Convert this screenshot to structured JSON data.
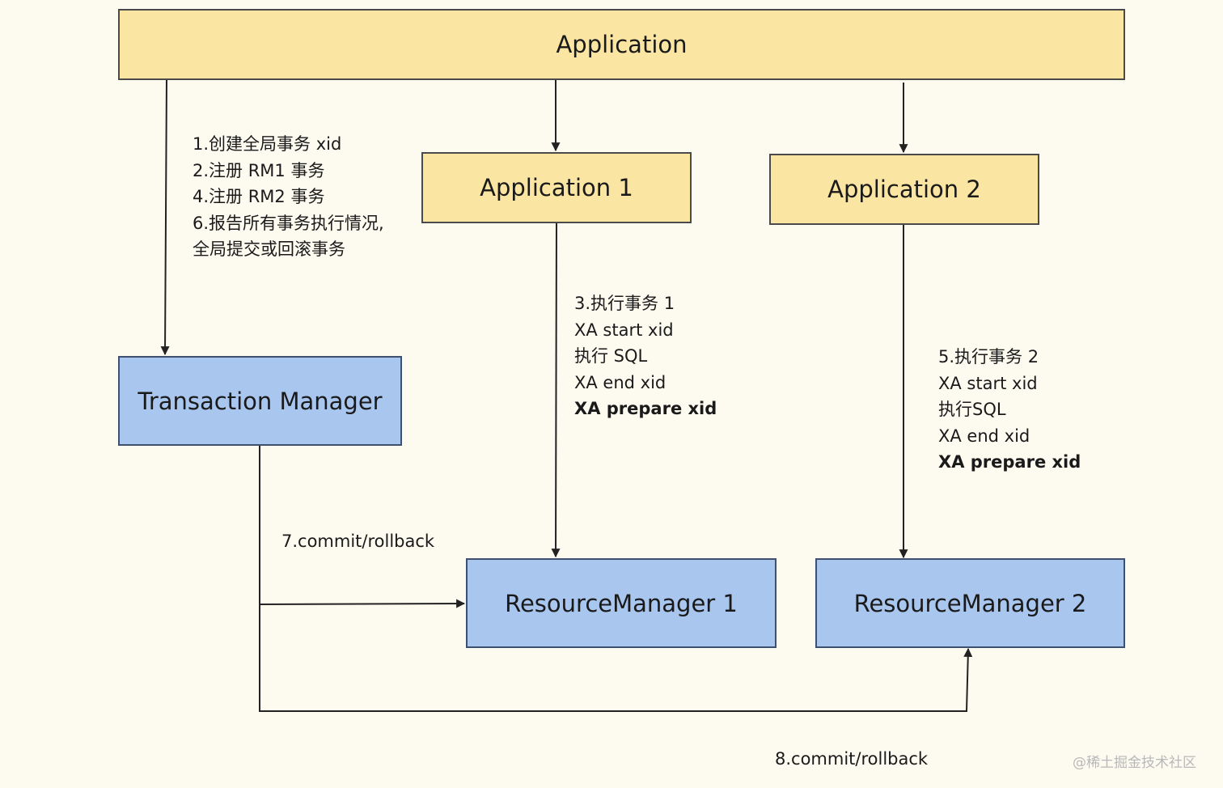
{
  "nodes": {
    "application": "Application",
    "application_1": "Application 1",
    "application_2": "Application 2",
    "transaction_manager": "Transaction Manager",
    "resource_manager_1": "ResourceManager 1",
    "resource_manager_2": "ResourceManager 2"
  },
  "notes": {
    "tm_steps": [
      "1.创建全局事务 xid",
      "2.注册 RM1 事务",
      "4.注册 RM2 事务",
      "6.报告所有事务执行情况,",
      "全局提交或回滚事务"
    ],
    "app1_steps": [
      "3.执行事务 1",
      "XA start xid",
      "执行 SQL",
      "XA end xid",
      "XA prepare xid"
    ],
    "app2_steps": [
      "5.执行事务 2",
      "XA start xid",
      "执行SQL",
      "XA end xid",
      "XA prepare xid"
    ]
  },
  "edge_labels": {
    "commit_rm1": "7.commit/rollback",
    "commit_rm2": "8.commit/rollback"
  },
  "watermark": "@稀土掘金技术社区",
  "colors": {
    "background": "#fdfaf0",
    "application_fill": "#fbe5a2",
    "manager_fill": "#a9c6ef",
    "edge": "#222222"
  }
}
